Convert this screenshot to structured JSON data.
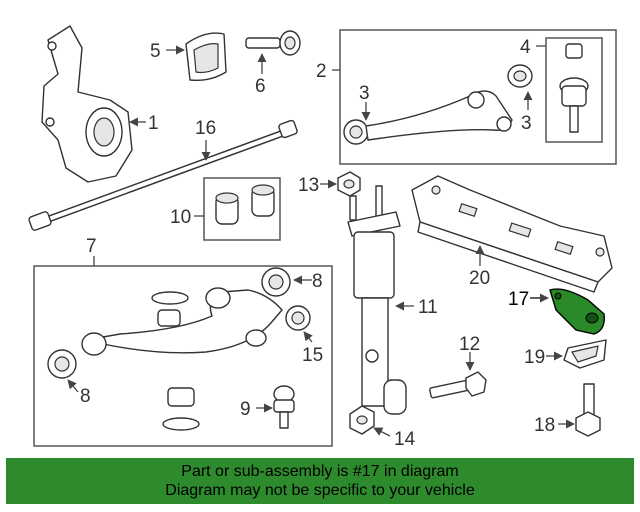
{
  "callouts": {
    "c1": "1",
    "c2": "2",
    "c3a": "3",
    "c3b": "3",
    "c4": "4",
    "c5": "5",
    "c6": "6",
    "c7": "7",
    "c8a": "8",
    "c8b": "8",
    "c9": "9",
    "c10": "10",
    "c11": "11",
    "c12": "12",
    "c13": "13",
    "c14": "14",
    "c15": "15",
    "c16": "16",
    "c17": "17",
    "c18": "18",
    "c19": "19",
    "c20": "20"
  },
  "highlight_color": "#2a8a2a",
  "banner": {
    "line1": "Part or sub-assembly is #17 in diagram",
    "line2": "Diagram may not be specific to your vehicle",
    "background": "#2d8a2d"
  }
}
